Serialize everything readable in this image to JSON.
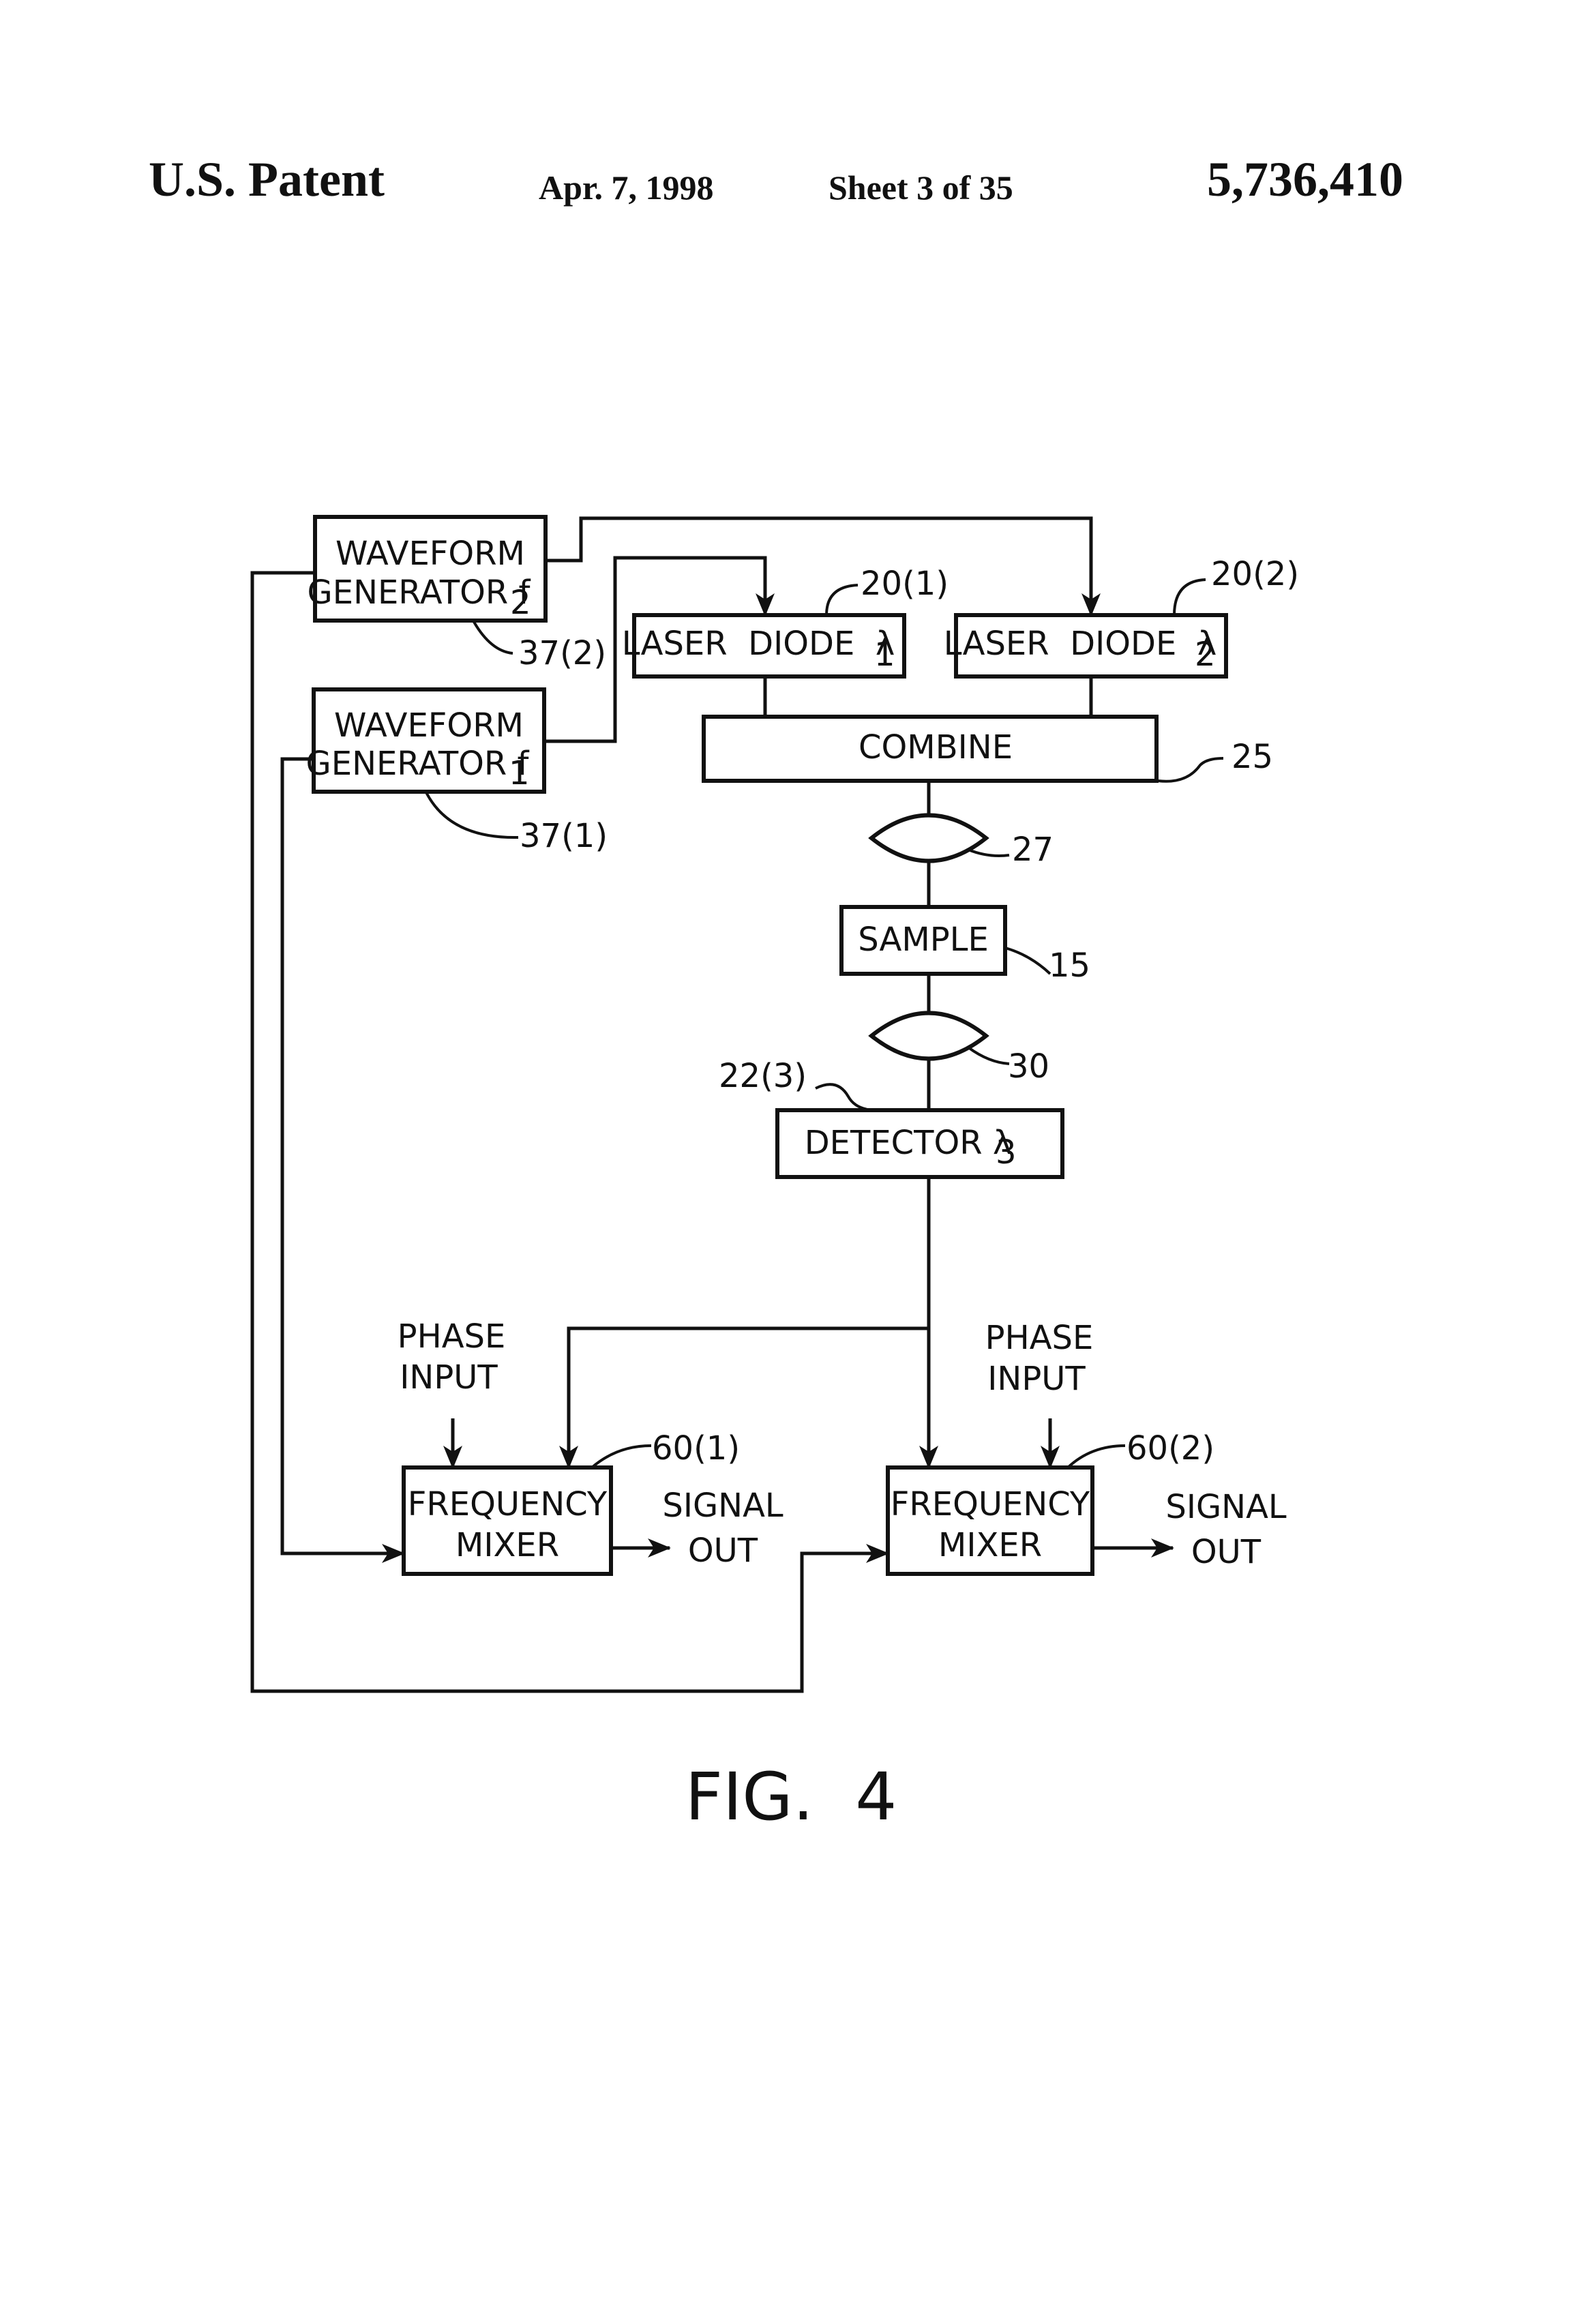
{
  "header": {
    "title": "U.S. Patent",
    "date": "Apr. 7, 1998",
    "sheet": "Sheet 3 of 35",
    "patent_number": "5,736,410"
  },
  "blocks": {
    "wg2_line1": "WAVEFORM",
    "wg2_line2": "GENERATOR f",
    "wg2_sub": "2",
    "wg1_line1": "WAVEFORM",
    "wg1_line2": "GENERATOR f",
    "wg1_sub": "1",
    "ld1": "LASER  DIODE  λ",
    "ld1_sub": "1",
    "ld2": "LASER  DIODE  λ",
    "ld2_sub": "2",
    "combine": "COMBINE",
    "sample": "SAMPLE",
    "detector": "DETECTOR λ",
    "detector_sub": "3",
    "fm1_line1": "FREQUENCY",
    "fm1_line2": "MIXER",
    "fm2_line1": "FREQUENCY",
    "fm2_line2": "MIXER"
  },
  "labels": {
    "phase1_line1": "PHASE",
    "phase1_line2": "INPUT",
    "phase2_line1": "PHASE",
    "phase2_line2": "INPUT",
    "out1_line1": "SIGNAL",
    "out1_line2": "OUT",
    "out2_line1": "SIGNAL",
    "out2_line2": "OUT"
  },
  "refs": {
    "wg2": "37(2)",
    "wg1": "37(1)",
    "ld1": "20(1)",
    "ld2": "20(2)",
    "combine": "25",
    "lens1": "27",
    "sample": "15",
    "lens2": "30",
    "detector": "22(3)",
    "fm1": "60(1)",
    "fm2": "60(2)"
  },
  "figure_label": "FIG.  4"
}
